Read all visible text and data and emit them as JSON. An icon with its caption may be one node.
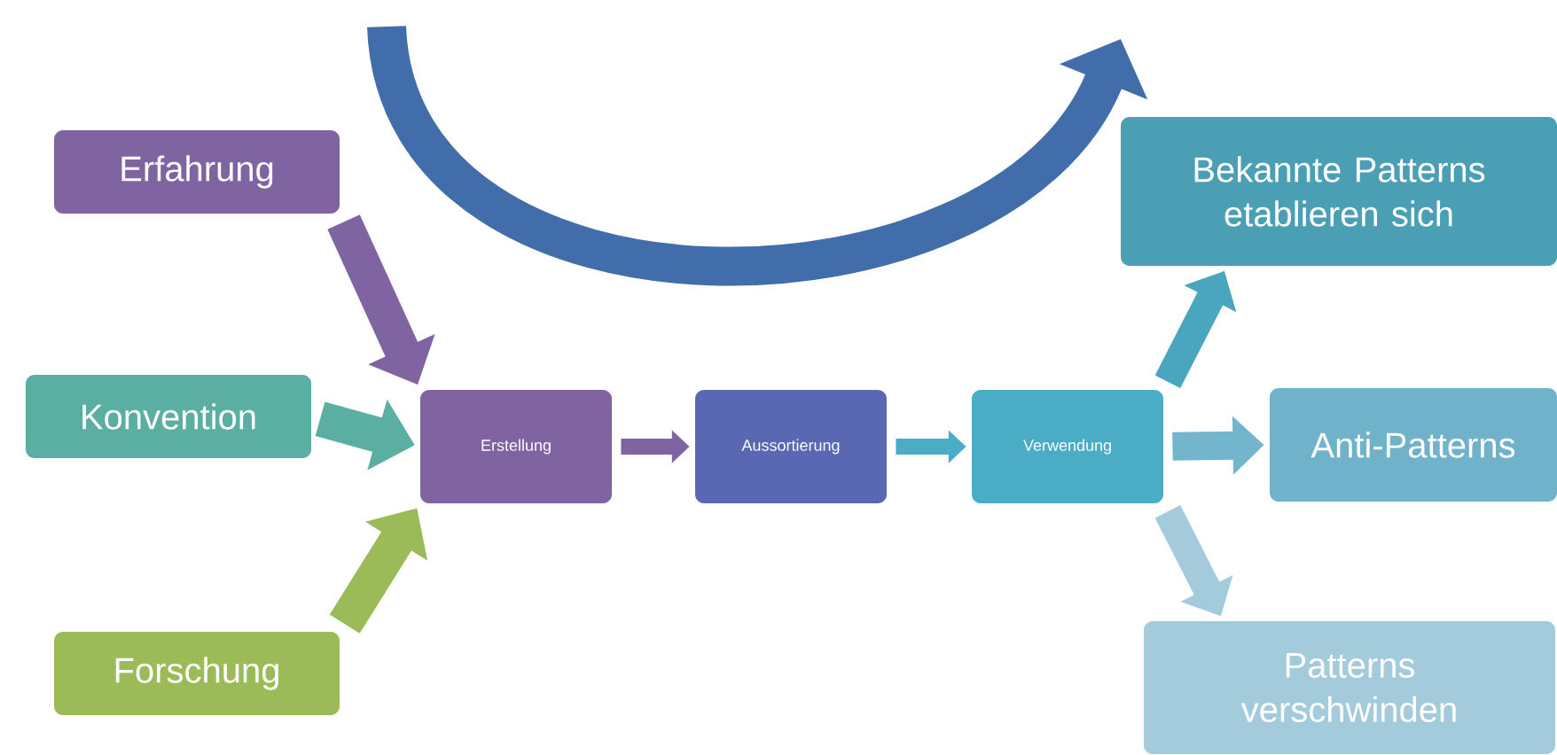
{
  "diagram": {
    "nodes": [
      {
        "text": [
          "Erfahrung"
        ]
      },
      {
        "text": [
          "Konvention"
        ]
      },
      {
        "text": [
          "Forschung"
        ]
      },
      {
        "text": [
          "Erstellung"
        ]
      },
      {
        "text": [
          "Aussortierung"
        ]
      },
      {
        "text": [
          "Verwendung"
        ]
      },
      {
        "text": [
          "Bekannte Patterns etablieren sich"
        ]
      },
      {
        "text": [
          "Anti-Patterns"
        ]
      },
      {
        "text": [
          "Patterns verschwinden"
        ]
      }
    ],
    "edges": [
      {
        "from": 0,
        "to": 3,
        "arrow": "to",
        "color": "#8064a2"
      },
      {
        "from": 1,
        "to": 3,
        "arrow": "to",
        "color": "#5aafa2"
      },
      {
        "from": 2,
        "to": 3,
        "arrow": "to",
        "color": "#9bbb59"
      },
      {
        "from": 3,
        "to": 4,
        "arrow": "to",
        "color": "#8064a2"
      },
      {
        "from": 4,
        "to": 5,
        "arrow": "to",
        "color": "#4bacc6"
      },
      {
        "from": 5,
        "to": 6,
        "arrow": "to",
        "color": "#4aa5bf"
      },
      {
        "from": 5,
        "to": 7,
        "arrow": "to",
        "color": "#73b5cc"
      },
      {
        "from": 5,
        "to": 8,
        "arrow": "to",
        "color": "#a3cbdb"
      }
    ]
  }
}
